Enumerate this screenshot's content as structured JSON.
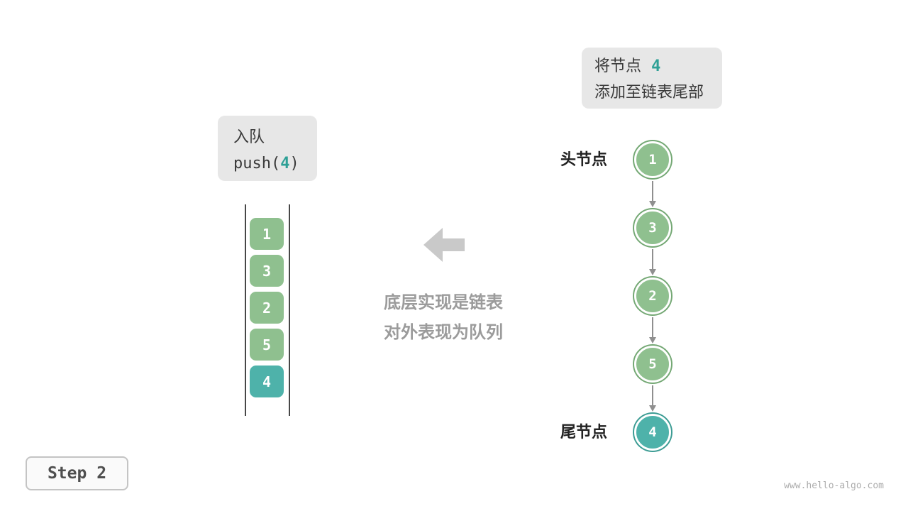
{
  "annotation_top": {
    "line1_prefix": "将节点",
    "line1_value": "4",
    "line2": "添加至链表尾部"
  },
  "operation_box": {
    "title": "入队",
    "code_prefix": "push(",
    "code_value": "4",
    "code_suffix": ")"
  },
  "queue_stack": {
    "items": [
      {
        "value": "1",
        "type": "green"
      },
      {
        "value": "3",
        "type": "green"
      },
      {
        "value": "2",
        "type": "green"
      },
      {
        "value": "5",
        "type": "green"
      },
      {
        "value": "4",
        "type": "teal"
      }
    ]
  },
  "center_note": {
    "line1": "底层实现是链表",
    "line2": "对外表现为队列"
  },
  "linked_list": {
    "head_label": "头节点",
    "tail_label": "尾节点",
    "nodes": [
      {
        "value": "1",
        "type": "green"
      },
      {
        "value": "3",
        "type": "green"
      },
      {
        "value": "2",
        "type": "green"
      },
      {
        "value": "5",
        "type": "green"
      },
      {
        "value": "4",
        "type": "teal"
      }
    ]
  },
  "footer": {
    "step_label": "Step 2",
    "watermark": "www.hello-algo.com"
  },
  "colors": {
    "green_fill": "#8FC08F",
    "green_ring": "#74A874",
    "teal_fill": "#4EB2AA",
    "teal_ring": "#3C9C94",
    "teal_text": "#2EA096",
    "box_bg": "#E7E7E7",
    "dark_text": "#3A3A3A",
    "gray_note": "#9B9B9B",
    "big_arrow": "#C9C9C9",
    "arrow_color": "#8F8F8F",
    "line_color": "#474747",
    "step_border": "#C4C4C4",
    "step_text": "#4F4F4F",
    "watermark": "#ACACAC",
    "label_text": "#222222"
  }
}
